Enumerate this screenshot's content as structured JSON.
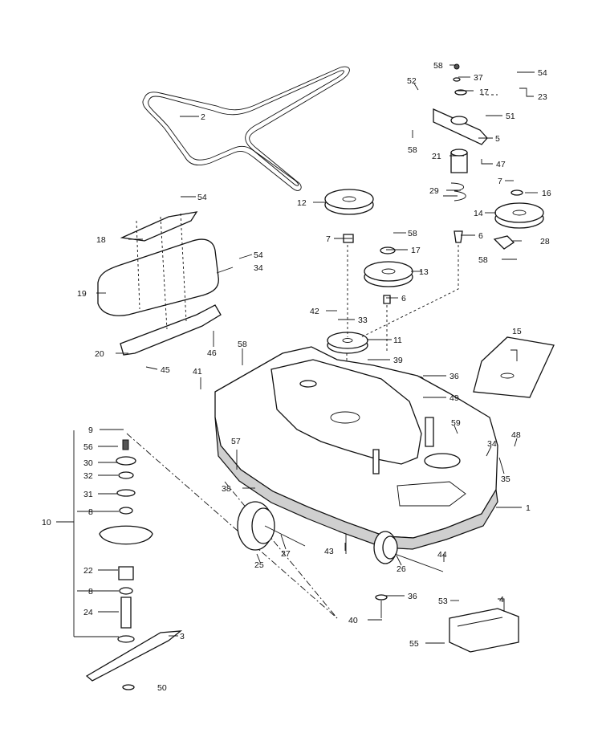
{
  "diagram": {
    "callouts": [
      {
        "id": "c1",
        "label": "1"
      },
      {
        "id": "c2",
        "label": "2"
      },
      {
        "id": "c3",
        "label": "3"
      },
      {
        "id": "c4",
        "label": "4"
      },
      {
        "id": "c5",
        "label": "5"
      },
      {
        "id": "c6a",
        "label": "6"
      },
      {
        "id": "c6b",
        "label": "6"
      },
      {
        "id": "c7a",
        "label": "7"
      },
      {
        "id": "c7b",
        "label": "7"
      },
      {
        "id": "c8a",
        "label": "8"
      },
      {
        "id": "c8b",
        "label": "8"
      },
      {
        "id": "c9",
        "label": "9"
      },
      {
        "id": "c10",
        "label": "10"
      },
      {
        "id": "c11",
        "label": "11"
      },
      {
        "id": "c12",
        "label": "12"
      },
      {
        "id": "c13",
        "label": "13"
      },
      {
        "id": "c14",
        "label": "14"
      },
      {
        "id": "c15",
        "label": "15"
      },
      {
        "id": "c16",
        "label": "16"
      },
      {
        "id": "c17a",
        "label": "17"
      },
      {
        "id": "c17b",
        "label": "17"
      },
      {
        "id": "c18",
        "label": "18"
      },
      {
        "id": "c19",
        "label": "19"
      },
      {
        "id": "c20",
        "label": "20"
      },
      {
        "id": "c21",
        "label": "21"
      },
      {
        "id": "c22",
        "label": "22"
      },
      {
        "id": "c23",
        "label": "23"
      },
      {
        "id": "c24",
        "label": "24"
      },
      {
        "id": "c25",
        "label": "25"
      },
      {
        "id": "c26",
        "label": "26"
      },
      {
        "id": "c27",
        "label": "27"
      },
      {
        "id": "c28",
        "label": "28"
      },
      {
        "id": "c29",
        "label": "29"
      },
      {
        "id": "c30",
        "label": "30"
      },
      {
        "id": "c31",
        "label": "31"
      },
      {
        "id": "c32",
        "label": "32"
      },
      {
        "id": "c33",
        "label": "33"
      },
      {
        "id": "c34a",
        "label": "34"
      },
      {
        "id": "c34b",
        "label": "34"
      },
      {
        "id": "c35",
        "label": "35"
      },
      {
        "id": "c36a",
        "label": "36"
      },
      {
        "id": "c36b",
        "label": "36"
      },
      {
        "id": "c37",
        "label": "37"
      },
      {
        "id": "c38",
        "label": "38"
      },
      {
        "id": "c39",
        "label": "39"
      },
      {
        "id": "c40",
        "label": "40"
      },
      {
        "id": "c41",
        "label": "41"
      },
      {
        "id": "c42",
        "label": "42"
      },
      {
        "id": "c43",
        "label": "43"
      },
      {
        "id": "c44",
        "label": "44"
      },
      {
        "id": "c45",
        "label": "45"
      },
      {
        "id": "c46",
        "label": "46"
      },
      {
        "id": "c47",
        "label": "47"
      },
      {
        "id": "c48",
        "label": "48"
      },
      {
        "id": "c49",
        "label": "49"
      },
      {
        "id": "c50",
        "label": "50"
      },
      {
        "id": "c51",
        "label": "51"
      },
      {
        "id": "c52",
        "label": "52"
      },
      {
        "id": "c53",
        "label": "53"
      },
      {
        "id": "c54a",
        "label": "54"
      },
      {
        "id": "c54b",
        "label": "54"
      },
      {
        "id": "c54c",
        "label": "54"
      },
      {
        "id": "c55",
        "label": "55"
      },
      {
        "id": "c56",
        "label": "56"
      },
      {
        "id": "c57",
        "label": "57"
      },
      {
        "id": "c58a",
        "label": "58"
      },
      {
        "id": "c58b",
        "label": "58"
      },
      {
        "id": "c58c",
        "label": "58"
      },
      {
        "id": "c58d",
        "label": "58"
      },
      {
        "id": "c58e",
        "label": "58"
      },
      {
        "id": "c59",
        "label": "59"
      }
    ]
  }
}
